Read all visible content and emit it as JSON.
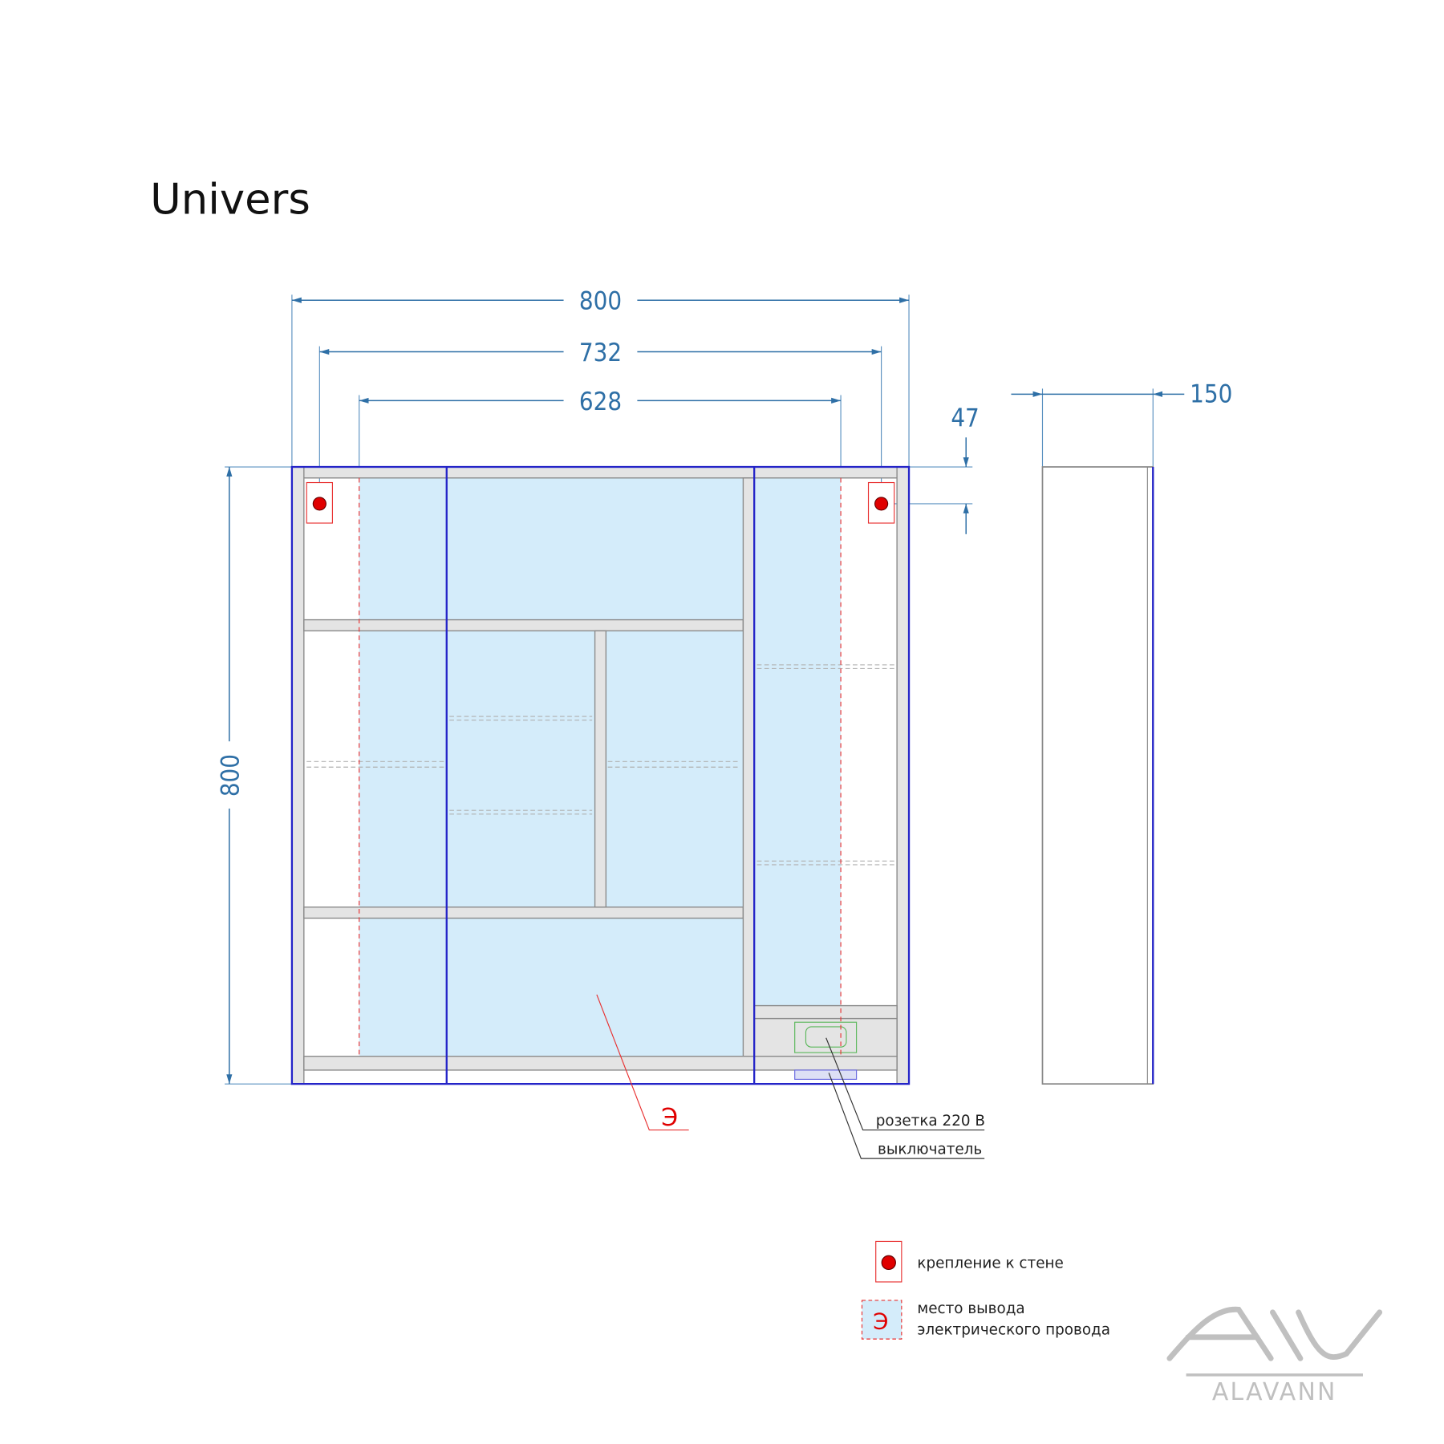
{
  "title": "Univers",
  "dimensions": {
    "width_total": "800",
    "width_mount": "732",
    "width_inner": "628",
    "mount_offset": "47",
    "depth": "150",
    "height": "800"
  },
  "callouts": {
    "socket": "розетка 220 В",
    "switch": "выключатель",
    "electric_mark": "Э"
  },
  "legend": {
    "mount_label": "крепление к стене",
    "wire_label_line1": "место вывода",
    "wire_label_line2": "электрического провода",
    "wire_symbol": "Э"
  },
  "logo": {
    "text": "ALAVANN",
    "mark": "AIV"
  },
  "colors": {
    "dimension": "#2e6fa6",
    "outline": "#2424c8",
    "glass": "#d4ecfa",
    "mount": "#e00000"
  }
}
